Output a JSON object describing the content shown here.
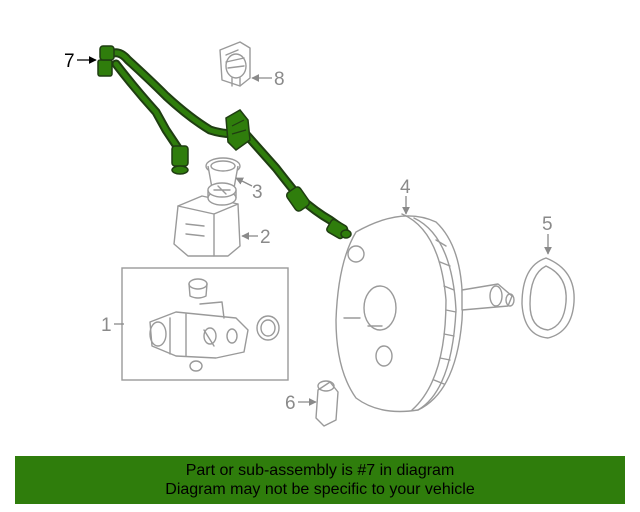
{
  "diagram": {
    "callouts": [
      "7",
      "8",
      "3",
      "2",
      "4",
      "5",
      "1",
      "6"
    ],
    "highlighted_part": "7",
    "highlight_color": "#2f7d0c"
  },
  "banner": {
    "line1": "Part or sub-assembly is #7 in diagram",
    "line2": "Diagram may not be specific to your vehicle",
    "background": "#2f7d0c"
  }
}
